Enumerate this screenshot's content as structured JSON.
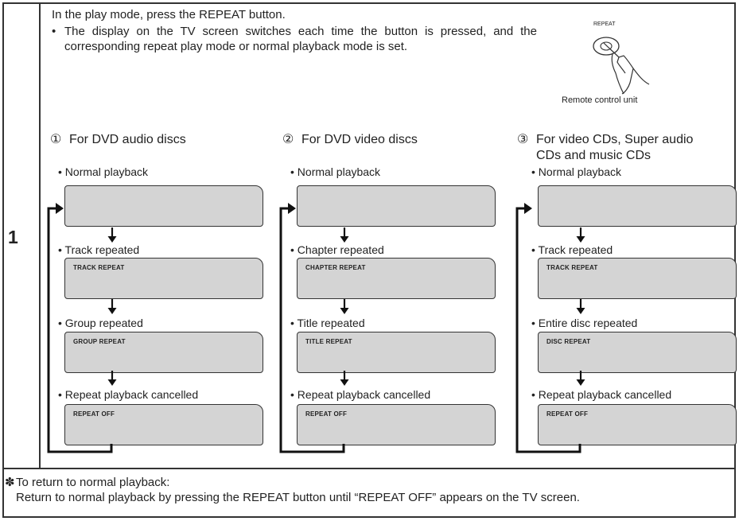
{
  "step_number": "1",
  "intro": {
    "line1": "In the play mode, press the REPEAT button.",
    "bullet": "The display on the TV screen switches each time the button is pressed, and the corresponding repeat play mode or normal playback mode is set."
  },
  "remote": {
    "button_label": "REPEAT",
    "caption": "Remote control unit"
  },
  "columns": [
    {
      "num": "①",
      "title_l1": "For DVD audio discs",
      "title_l2": "",
      "items": [
        {
          "label": "Normal playback",
          "osd": ""
        },
        {
          "label": "Track repeated",
          "osd": "TRACK REPEAT"
        },
        {
          "label": "Group repeated",
          "osd": "GROUP REPEAT"
        },
        {
          "label": "Repeat playback cancelled",
          "osd": "REPEAT OFF"
        }
      ]
    },
    {
      "num": "②",
      "title_l1": "For DVD video discs",
      "title_l2": "",
      "items": [
        {
          "label": "Normal playback",
          "osd": ""
        },
        {
          "label": "Chapter repeated",
          "osd": "CHAPTER REPEAT"
        },
        {
          "label": "Title repeated",
          "osd": "TITLE REPEAT"
        },
        {
          "label": "Repeat playback cancelled",
          "osd": "REPEAT OFF"
        }
      ]
    },
    {
      "num": "③",
      "title_l1": "For video CDs, Super audio",
      "title_l2": "CDs and music CDs",
      "items": [
        {
          "label": "Normal playback",
          "osd": ""
        },
        {
          "label": "Track repeated",
          "osd": "TRACK REPEAT"
        },
        {
          "label": "Entire disc repeated",
          "osd": "DISC REPEAT"
        },
        {
          "label": "Repeat playback cancelled",
          "osd": "REPEAT OFF"
        }
      ]
    }
  ],
  "note": {
    "symbol": "✽",
    "line1": "To return to normal playback:",
    "line2": "Return to normal playback by pressing the REPEAT button until “REPEAT OFF” appears on the TV screen."
  },
  "colors": {
    "screen_fill": "#d4d4d4",
    "line": "#333333"
  }
}
